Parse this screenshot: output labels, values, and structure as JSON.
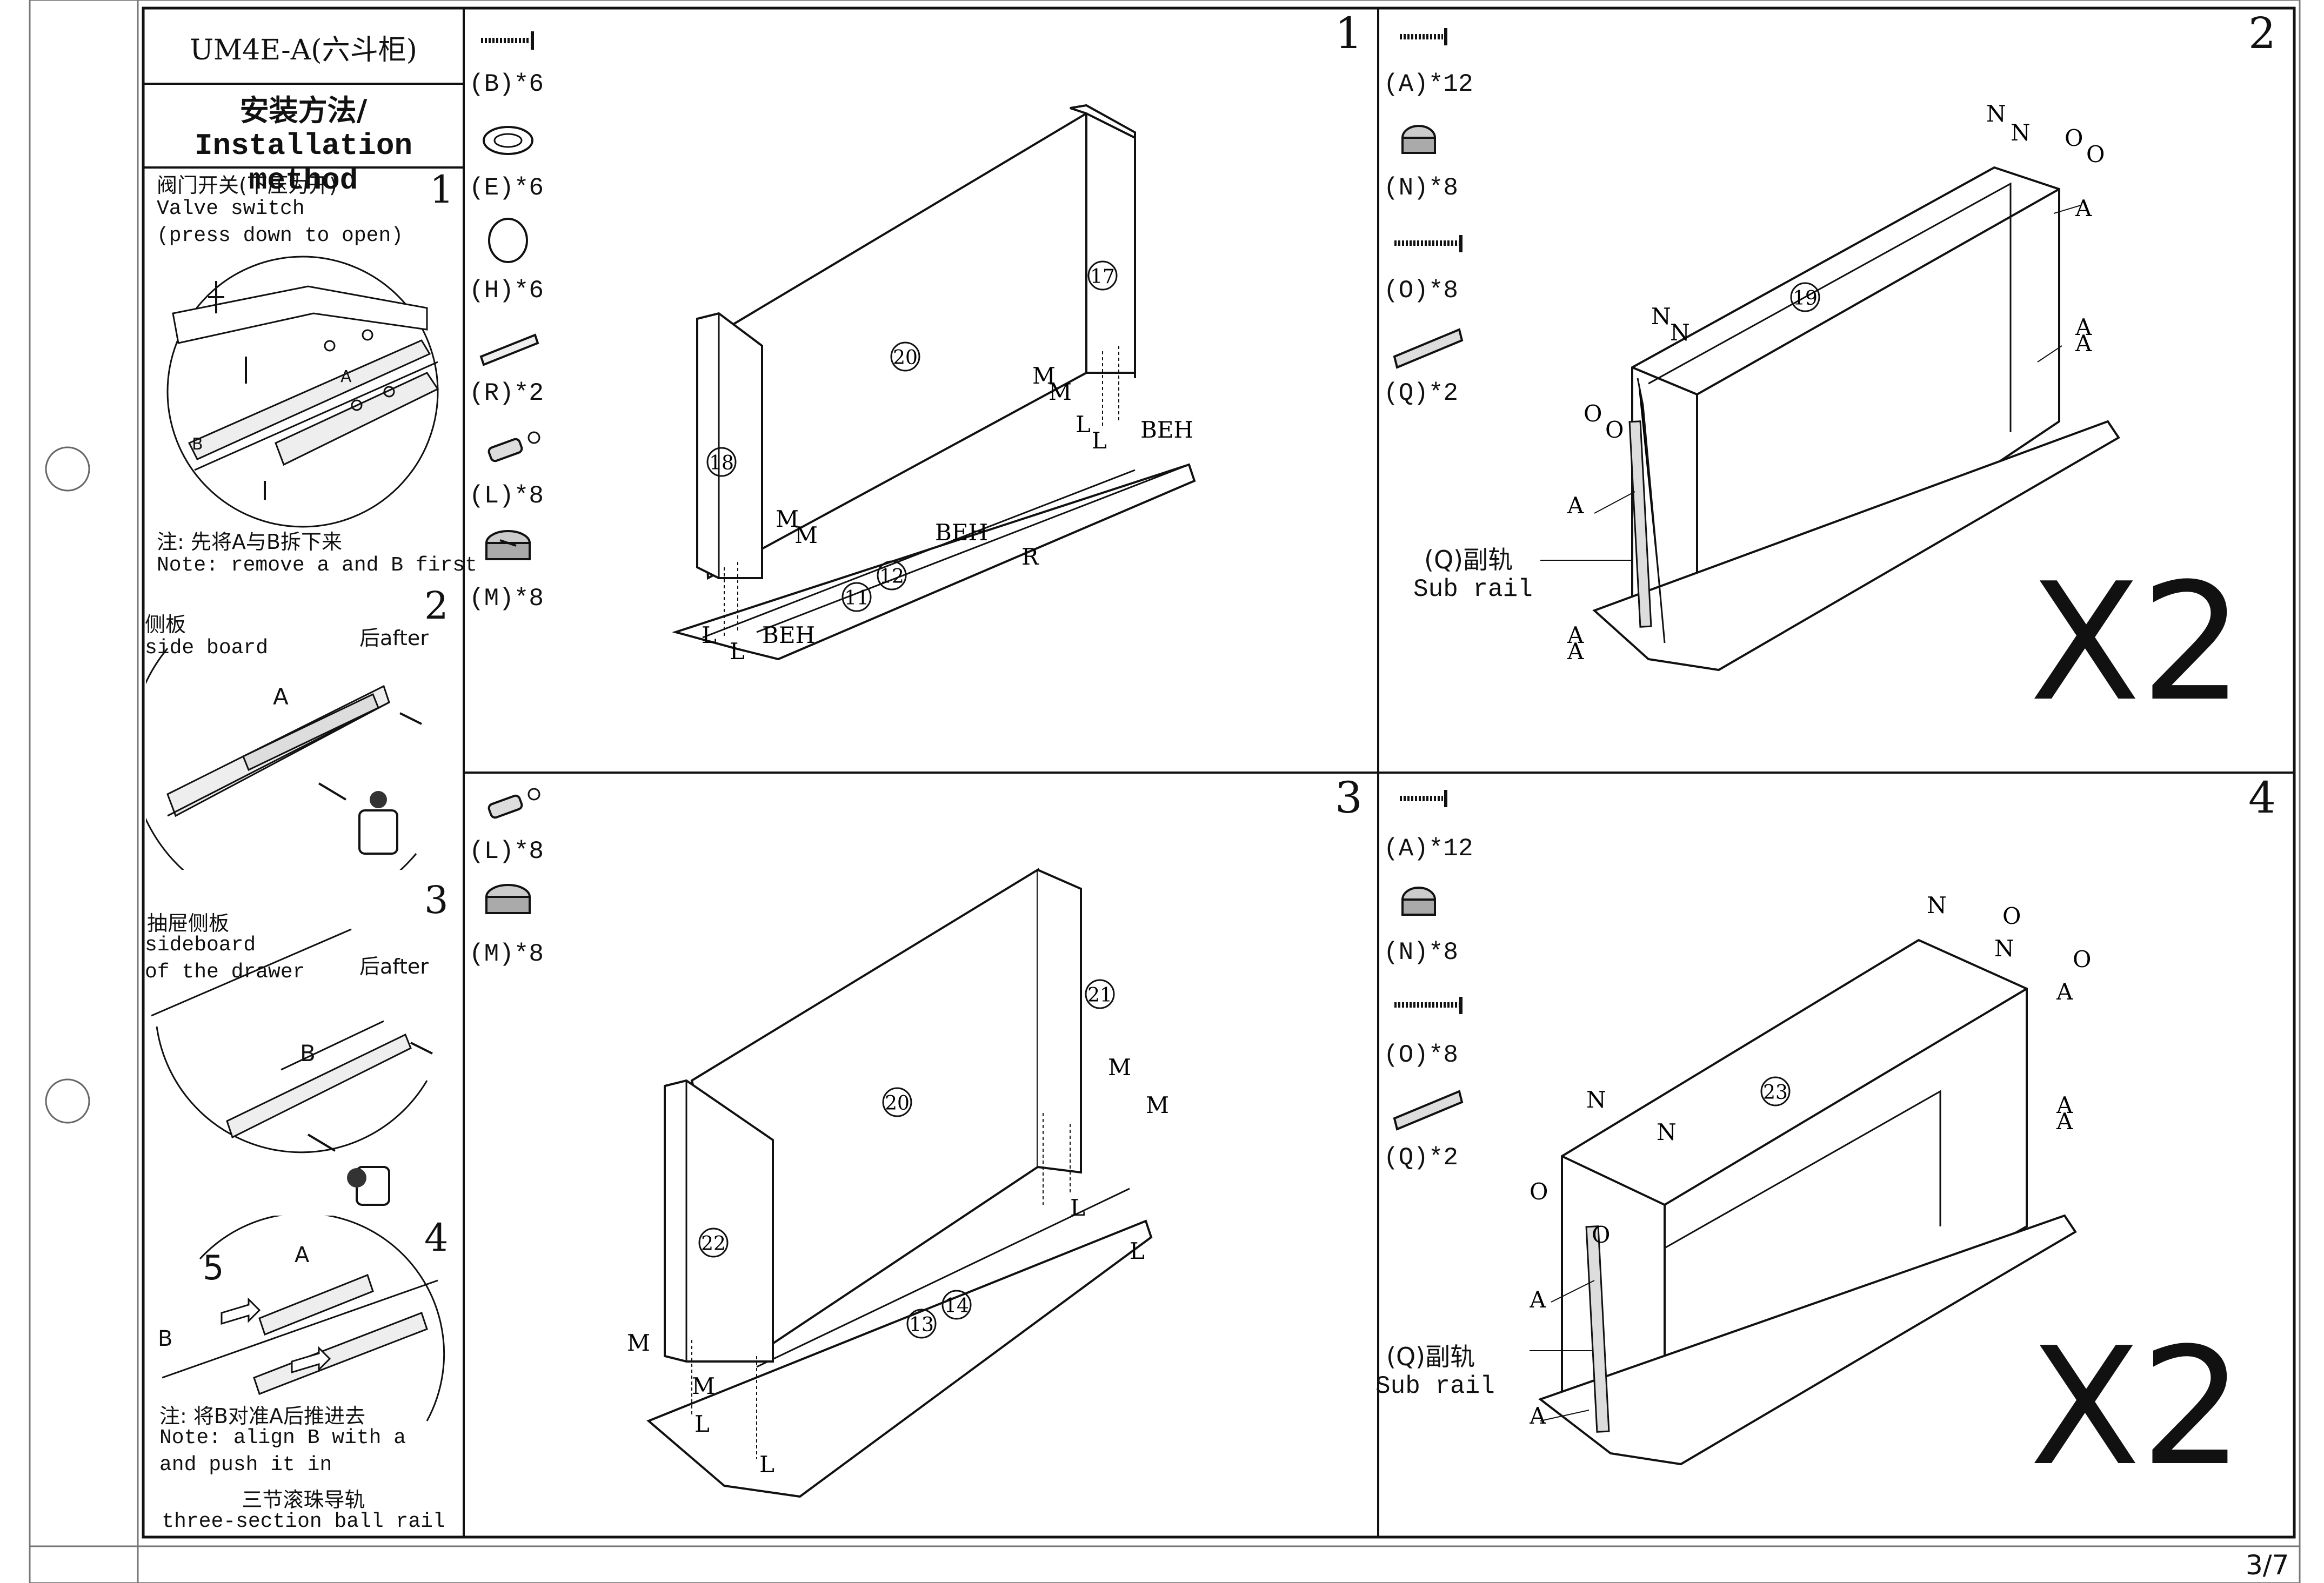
{
  "header": {
    "model": "UM4E-A(六斗柜)",
    "method_cn": "安装方法/",
    "method_en": "Installation method"
  },
  "page_number": "3/7",
  "sidebar": {
    "s1": {
      "num": "1",
      "cn": "阀门开关(下压为开)",
      "en1": "Valve switch",
      "en2": "(press down to open)",
      "note_cn": "注: 先将A与B拆下来",
      "note_en": "Note: remove a and B first",
      "lbl_a": "A",
      "lbl_b": "B"
    },
    "s2": {
      "num": "2",
      "cn": "侧板",
      "en": "side board",
      "after": "后after",
      "lbl_a": "A"
    },
    "s3": {
      "num": "3",
      "cn": "抽屉侧板",
      "en1": "sideboard",
      "en2": "of the drawer",
      "after": "后after",
      "lbl_b": "B"
    },
    "s4": {
      "num": "4",
      "five": "5",
      "lbl_a": "A",
      "lbl_b": "B",
      "note_cn": "注: 将B对准A后推进去",
      "note_en1": "Note: align B with a",
      "note_en2": "and push it in",
      "rail_cn": "三节滚珠导轨",
      "rail_en": "three-section ball rail"
    }
  },
  "steps": [
    {
      "num": "1",
      "hardware": [
        "(B)*6",
        "(E)*6",
        "(H)*6",
        "(R)*2",
        "(L)*8",
        "(M)*8"
      ],
      "panels": [
        "20",
        "17",
        "18",
        "12",
        "11"
      ],
      "labels": [
        "M",
        "M",
        "M",
        "M",
        "L",
        "L",
        "L",
        "L",
        "BEH",
        "BEH",
        "BEH",
        "R"
      ]
    },
    {
      "num": "2",
      "hardware": [
        "(A)*12",
        "(N)*8",
        "(O)*8",
        "(Q)*2"
      ],
      "panels": [
        "19"
      ],
      "multiplier": "X2",
      "labels": [
        "N",
        "N",
        "N",
        "N",
        "O",
        "O",
        "O",
        "O",
        "A",
        "A",
        "A",
        "A",
        "A",
        "A"
      ],
      "subrail_cn": "(Q)副轨",
      "subrail_en": "Sub rail"
    },
    {
      "num": "3",
      "hardware": [
        "(L)*8",
        "(M)*8"
      ],
      "panels": [
        "20",
        "21",
        "22",
        "13",
        "14"
      ],
      "labels": [
        "M",
        "M",
        "M",
        "M",
        "L",
        "L",
        "L",
        "L"
      ]
    },
    {
      "num": "4",
      "hardware": [
        "(A)*12",
        "(N)*8",
        "(O)*8",
        "(Q)*2"
      ],
      "panels": [
        "23"
      ],
      "multiplier": "X2",
      "labels": [
        "N",
        "N",
        "N",
        "N",
        "O",
        "O",
        "O",
        "O",
        "A",
        "A",
        "A",
        "A",
        "A"
      ],
      "subrail_cn": "(Q)副轨",
      "subrail_en": "Sub rail"
    }
  ]
}
